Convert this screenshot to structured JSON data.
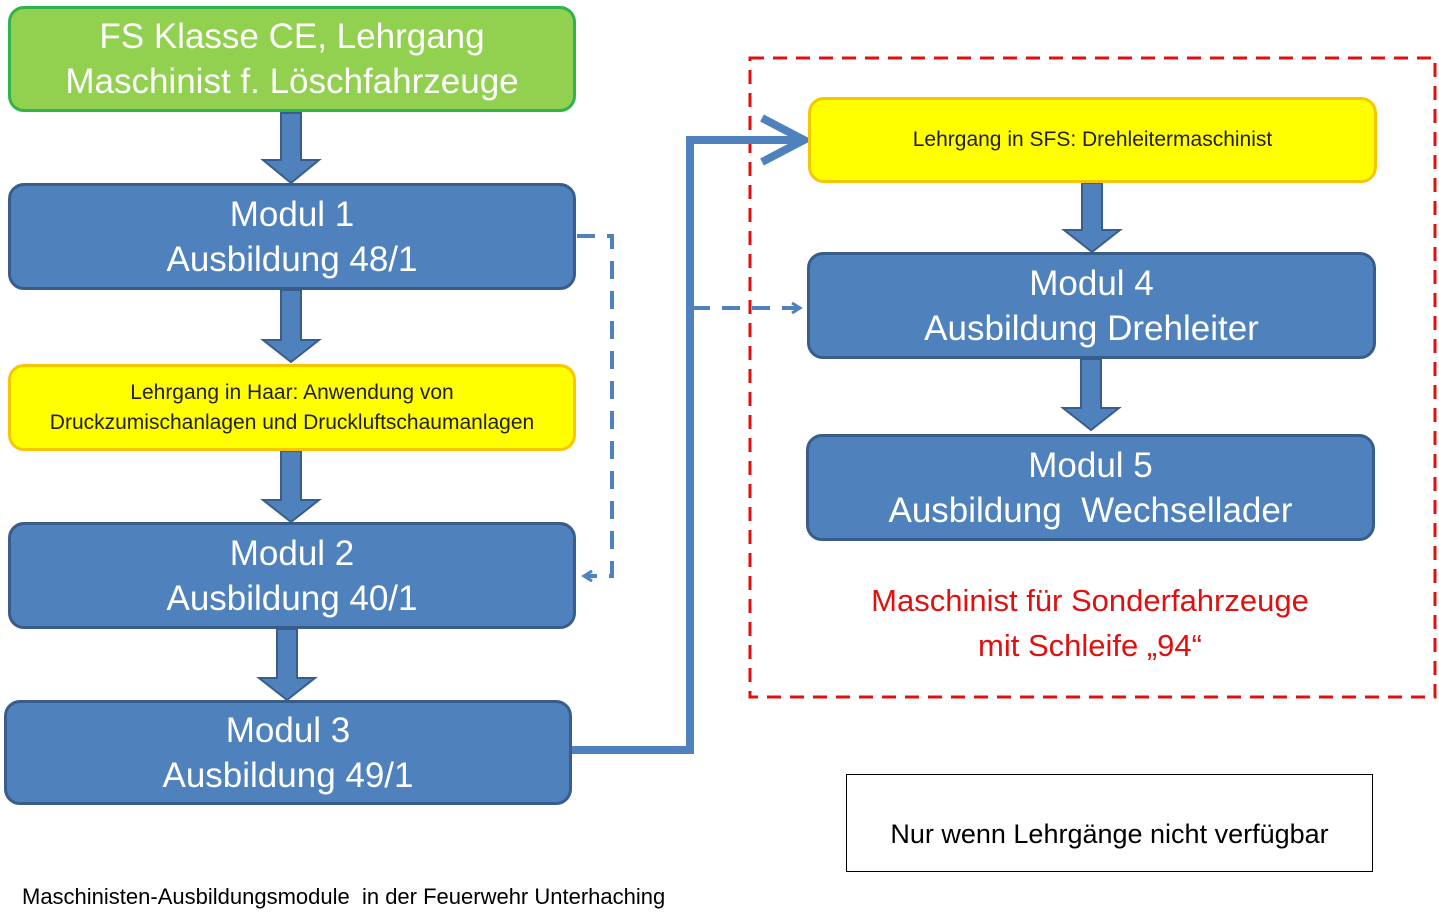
{
  "start": {
    "line1": "FS Klasse CE, Lehrgang",
    "line2": "Maschinist f. Löschfahrzeuge"
  },
  "modul1": {
    "line1": "Modul 1",
    "line2": "Ausbildung 48/1"
  },
  "lehrgang_haar": {
    "line1": "Lehrgang in Haar: Anwendung von",
    "line2": "Druckzumischanlagen und Druckluftschaumanlagen"
  },
  "modul2": {
    "line1": "Modul 2",
    "line2": "Ausbildung 40/1"
  },
  "modul3": {
    "line1": "Modul 3",
    "line2": "Ausbildung 49/1"
  },
  "lehrgang_sfs": {
    "line1": "Lehrgang in SFS: Drehleitermaschinist"
  },
  "modul4": {
    "line1": "Modul 4",
    "line2": "Ausbildung Drehleiter"
  },
  "modul5": {
    "line1": "Modul 5",
    "line2": "Ausbildung  Wechsellader"
  },
  "special_group": {
    "line1": "Maschinist für Sonderfahrzeuge",
    "line2": "mit Schleife „94“"
  },
  "legend": {
    "text": "Nur wenn Lehrgänge nicht verfügbar"
  },
  "caption": "Maschinisten-Ausbildungsmodule  in der Feuerwehr Unterhaching",
  "colors": {
    "start_fill": "#92d050",
    "module_fill": "#4f81bd",
    "course_fill": "#ffff00",
    "special_text": "#e01010",
    "group_border": "#e01010"
  }
}
